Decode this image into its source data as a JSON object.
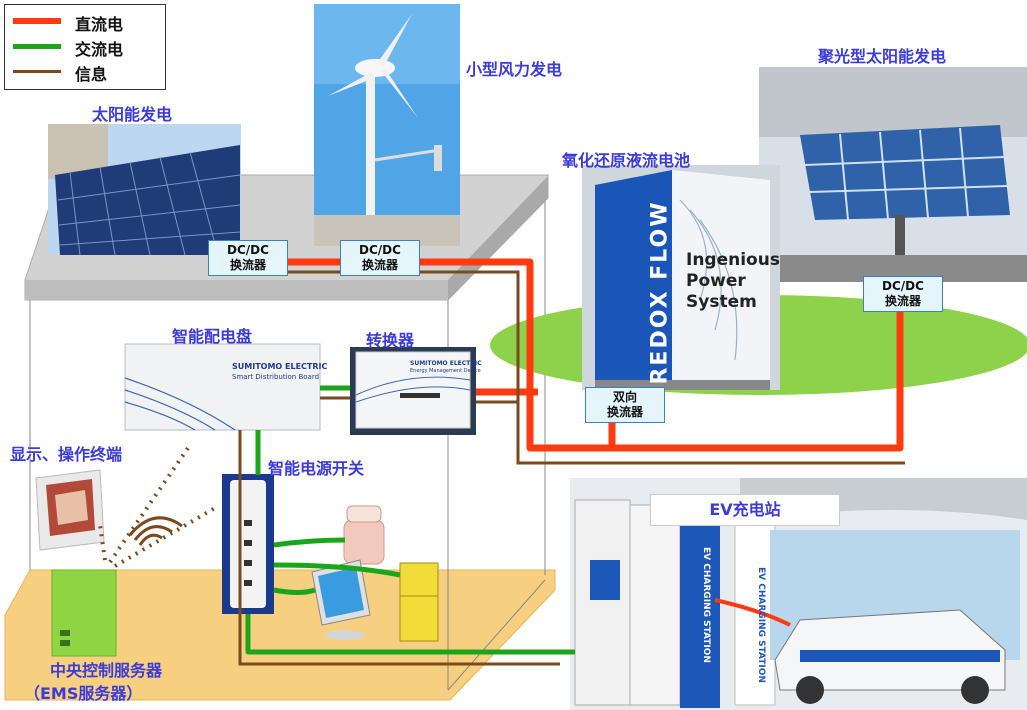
{
  "legend": {
    "dc": {
      "label": "直流电",
      "color": "#ff3a10"
    },
    "ac": {
      "label": "交流电",
      "color": "#1aa51a"
    },
    "info": {
      "label": "信息",
      "color": "#7a4a1e"
    }
  },
  "labels": {
    "solar": "太阳能发电",
    "wind": "小型风力发电",
    "cpv": "聚光型太阳能发电",
    "redox": "氧化还原液流电池",
    "smart_board": "智能配电盘",
    "converter": "转换器",
    "display": "显示、操作终端",
    "smart_switch": "智能电源开关",
    "central_server": "中央控制服务器",
    "ems_server": "（EMS服务器）",
    "ev_station": "EV充电站"
  },
  "converters": {
    "dcdc_top": "DC/DC",
    "dcdc_bottom": "换流器",
    "bidir_top": "双向",
    "bidir_bottom": "换流器"
  },
  "product_text": {
    "sumitomo": "SUMITOMO ELECTRIC",
    "smart_board_sub": "Smart Distribution Board",
    "converter_sub": "Energy Management Device",
    "redox_flow": "REDOX FLOW",
    "ips_line1": "Ingenious",
    "ips_line2": "Power",
    "ips_line3": "System",
    "ev_charging": "EV CHARGING STATION"
  },
  "colors": {
    "dc": "#ff3a10",
    "ac": "#1aa51a",
    "info": "#7a4a1e",
    "label_text": "#3b3bd9"
  }
}
